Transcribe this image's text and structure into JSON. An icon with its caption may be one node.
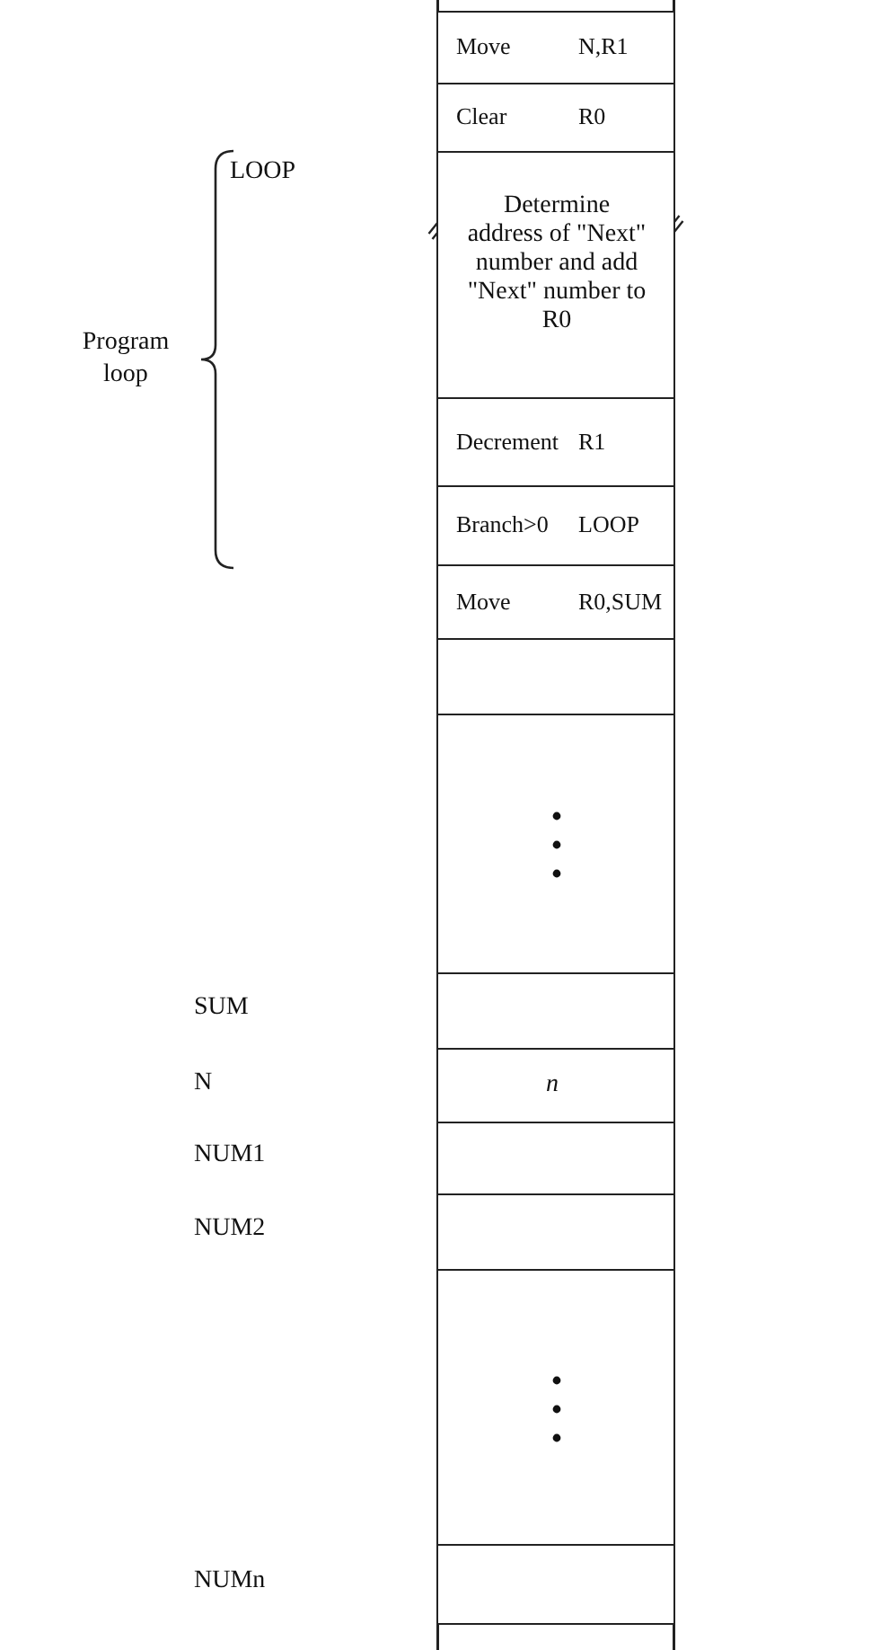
{
  "diagram": {
    "nodes": [
      {
        "text": [
          "Move",
          "N,R1"
        ]
      },
      {
        "text": [
          "Clear",
          "R0"
        ]
      },
      {
        "text": [
          "Determine address of \"Next\" number and add \"Next\" number to R0"
        ]
      },
      {
        "text": [
          "Decrement",
          "R1"
        ]
      },
      {
        "text": [
          "Branch>0",
          "LOOP"
        ]
      },
      {
        "text": [
          "Move",
          "R0,SUM"
        ]
      },
      {
        "text": [],
        "shape": "box"
      },
      {
        "text": [],
        "shape": "box"
      },
      {
        "text": [],
        "shape": "box"
      },
      {
        "text": [
          "n"
        ]
      },
      {
        "text": [],
        "shape": "box"
      },
      {
        "text": [],
        "shape": "box"
      },
      {
        "text": [],
        "shape": "box"
      },
      {
        "text": [],
        "shape": "box"
      }
    ],
    "labels": [
      "LOOP",
      "Program loop",
      "SUM",
      "N",
      "NUM1",
      "NUM2",
      "NUMn"
    ]
  }
}
